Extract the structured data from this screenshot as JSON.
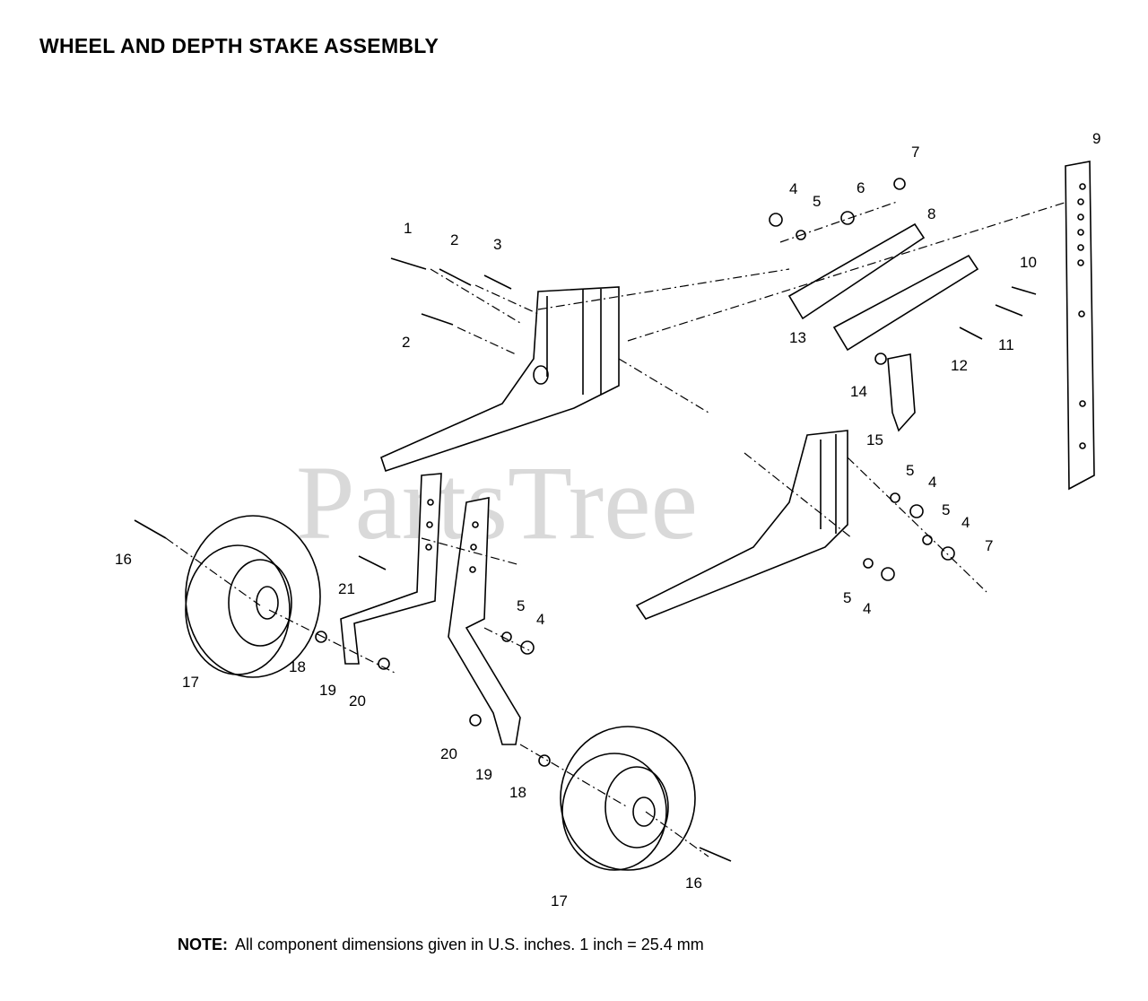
{
  "title": "WHEEL AND DEPTH STAKE ASSEMBLY",
  "watermark": "PartsTree",
  "note": {
    "label": "NOTE:",
    "text": "All component dimensions given in U.S. inches.  1 inch = 25.4 mm"
  },
  "callouts": {
    "c1": "1",
    "c2a": "2",
    "c2b": "2",
    "c3": "3",
    "c4a": "4",
    "c4b": "4",
    "c4c": "4",
    "c4d": "4",
    "c4e": "4",
    "c5a": "5",
    "c5b": "5",
    "c5c": "5",
    "c5d": "5",
    "c5e": "5",
    "c6": "6",
    "c7a": "7",
    "c7b": "7",
    "c8": "8",
    "c9": "9",
    "c10": "10",
    "c11": "11",
    "c12": "12",
    "c13": "13",
    "c14": "14",
    "c15": "15",
    "c16a": "16",
    "c16b": "16",
    "c17a": "17",
    "c17b": "17",
    "c18a": "18",
    "c18b": "18",
    "c19a": "19",
    "c19b": "19",
    "c20a": "20",
    "c20b": "20",
    "c21": "21"
  }
}
